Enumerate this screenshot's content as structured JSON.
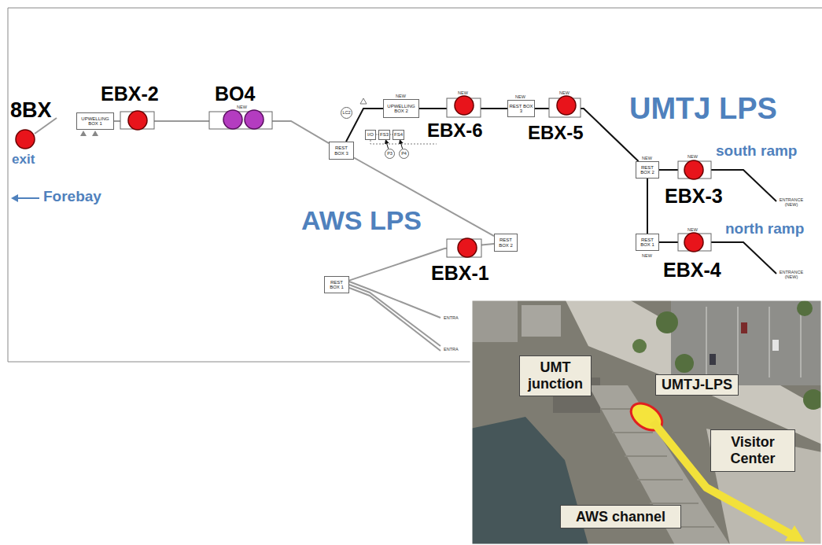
{
  "diagram": {
    "nodes": [
      {
        "text": [
          "UPWELLING BOX 1"
        ]
      },
      {
        "text": [
          "REST BOX 3"
        ]
      },
      {
        "text": [
          "LC2"
        ]
      },
      {
        "text": [
          "UPWELLING BOX 2"
        ]
      },
      {
        "text": [
          "I/O"
        ]
      },
      {
        "text": [
          "FS3"
        ]
      },
      {
        "text": [
          "FS4"
        ]
      },
      {
        "text": [
          "P3"
        ]
      },
      {
        "text": [
          "P4"
        ]
      },
      {
        "text": [
          "REST BOX 3"
        ]
      },
      {
        "text": [
          "REST BOX 2"
        ]
      },
      {
        "text": [
          "REST BOX 1"
        ]
      },
      {
        "text": [
          "REST BOX 2"
        ]
      },
      {
        "text": [
          "REST BOX 1"
        ]
      },
      {
        "text": [
          "UMT junction"
        ]
      },
      {
        "text": [
          "UMTJ-LPS"
        ]
      },
      {
        "text": [
          "Visitor Center"
        ]
      },
      {
        "text": [
          "AWS channel"
        ]
      }
    ],
    "edges": [
      {
        "from": 0,
        "to": 1,
        "arrow": "none"
      },
      {
        "from": 1,
        "to": 3,
        "arrow": "none"
      },
      {
        "from": 3,
        "to": 9,
        "arrow": "none"
      },
      {
        "from": 9,
        "to": 10,
        "arrow": "none"
      },
      {
        "from": 10,
        "to": 11,
        "arrow": "none"
      },
      {
        "from": 1,
        "to": 12,
        "arrow": "none"
      },
      {
        "from": 12,
        "to": 13,
        "arrow": "none"
      },
      {
        "from": 7,
        "to": 5,
        "arrow": "to"
      },
      {
        "from": 8,
        "to": 6,
        "arrow": "to"
      }
    ],
    "labels": [
      "8BX",
      "EBX-2",
      "BO4",
      "NEW",
      "NEW",
      "NEW",
      "NEW",
      "NEW",
      "UMTJ LPS",
      "EBX-6",
      "EBX-5",
      "exit",
      "NEW",
      "NEW",
      "south ramp",
      "Forebay",
      "EBX-3",
      "ENTRANCE (NEW)",
      "AWS LPS",
      "north ramp",
      "NEW",
      "NEW",
      "EBX-4",
      "ENTRANCE (NEW)",
      "EBX-1",
      "ENTRA",
      "ENTRA"
    ]
  }
}
